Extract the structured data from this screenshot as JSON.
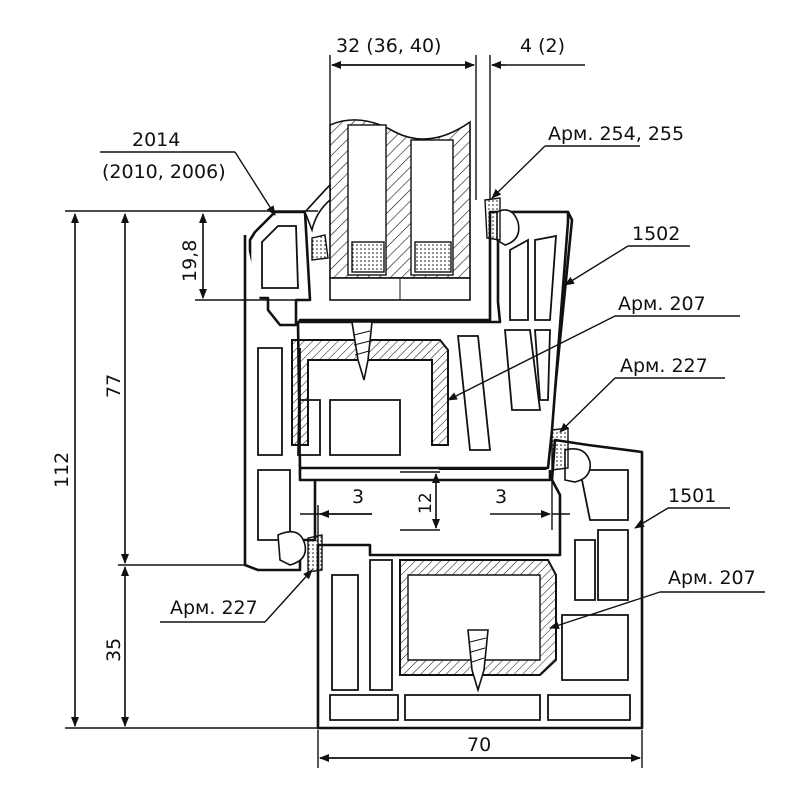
{
  "labels": {
    "glazing": "32 (36, 40)",
    "gap": "4 (2)",
    "bead": "2014",
    "bead_alt": "(2010, 2006)",
    "seal_top": "Арм. 254, 255",
    "sash": "1502",
    "arm_207_upper": "Арм. 207",
    "arm_227_right": "Арм. 227",
    "frame": "1501",
    "arm_207_lower": "Арм. 207",
    "arm_227_left": "Арм. 227"
  },
  "dimensions": {
    "total_height": "112",
    "sash_height": "77",
    "frame_height": "35",
    "rebate": "19,8",
    "overlap_left": "3",
    "overlap_right": "3",
    "gap_12": "12",
    "width": "70"
  }
}
